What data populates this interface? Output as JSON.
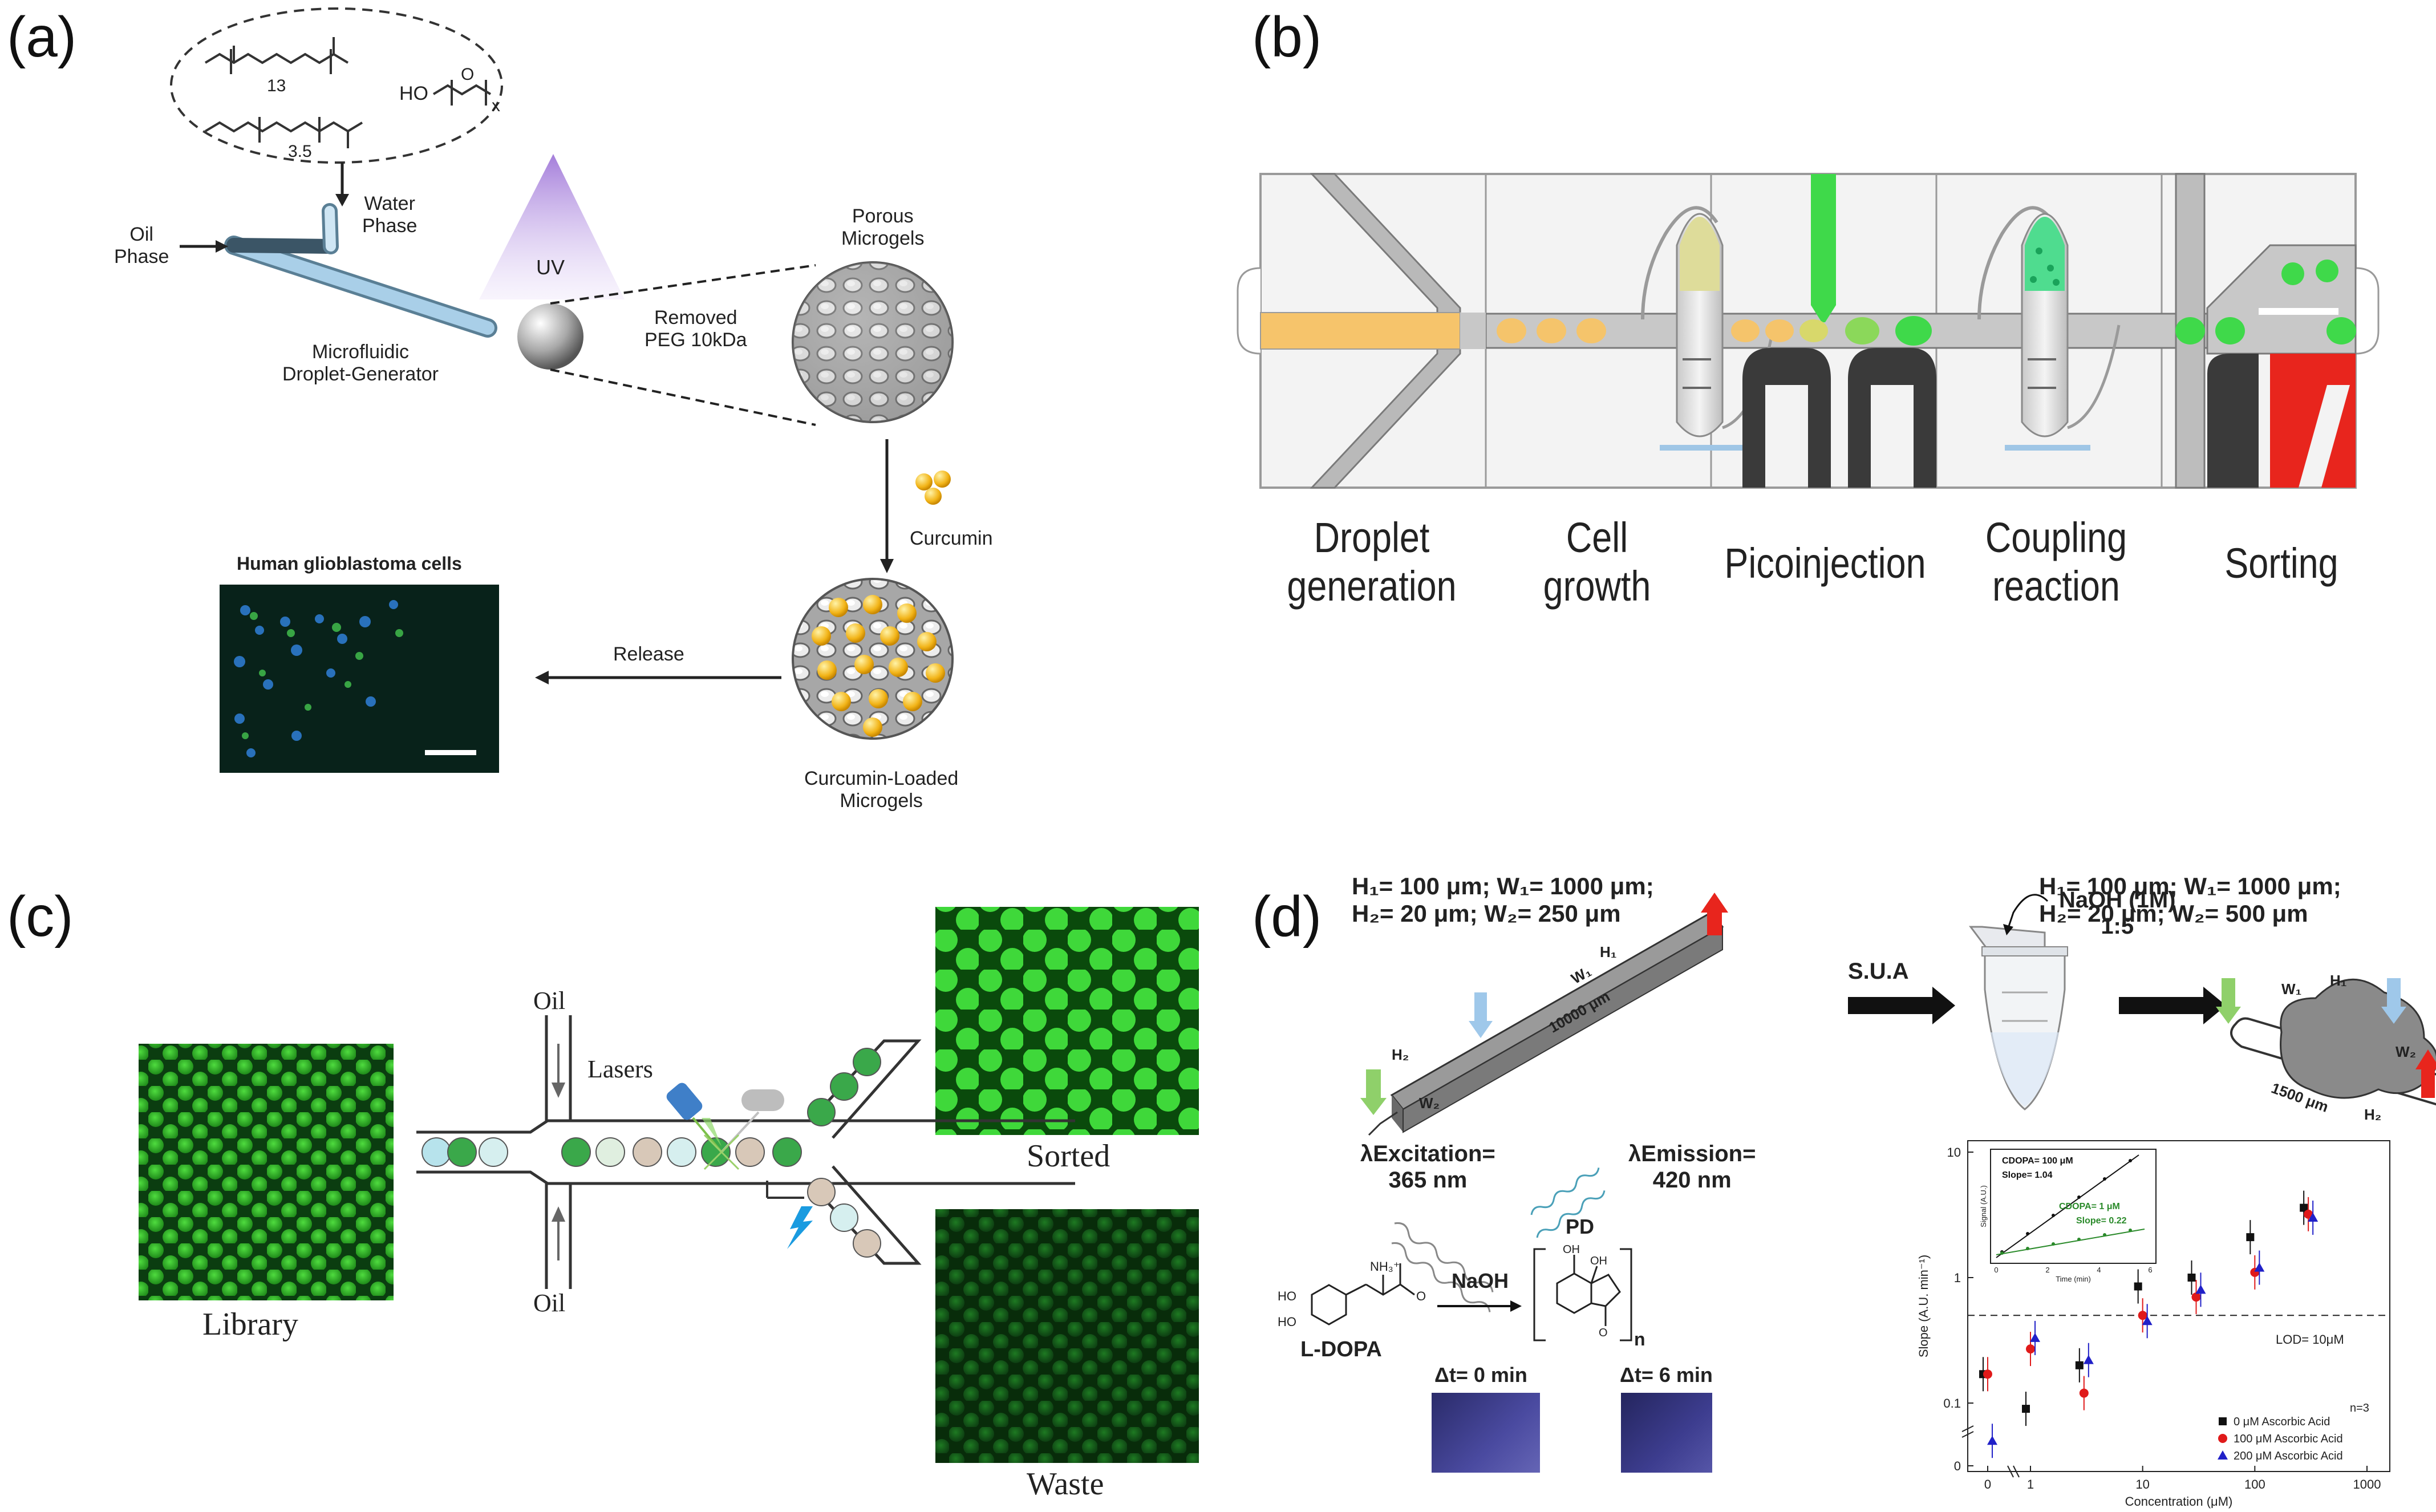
{
  "panel_a": {
    "label": "(a)",
    "oil_phase": [
      "Oil",
      "Phase"
    ],
    "water_phase": [
      "Water",
      "Phase"
    ],
    "uv": "UV",
    "generator": [
      "Microfluidic",
      "Droplet-Generator"
    ],
    "removed": [
      "Removed",
      "PEG 10kDa"
    ],
    "porous": [
      "Porous",
      "Microgels"
    ],
    "curcumin": "Curcumin",
    "loaded": [
      "Curcumin-Loaded",
      "Microgels"
    ],
    "release": "Release",
    "cells": "Human glioblastoma cells",
    "chem_sub_13": "13",
    "chem_sub_35": "3.5",
    "chem_sub_x": "x",
    "chem_ho": "HO",
    "chem_o": "O",
    "colors": {
      "droplet_yellow": "#f2b418",
      "uv_violet": "#b79ae0",
      "tube_blue": "#a9cfe8"
    }
  },
  "panel_b": {
    "label": "(b)",
    "steps": [
      [
        "Droplet",
        "generation"
      ],
      [
        "Cell",
        "growth"
      ],
      [
        "Picoinjection"
      ],
      [
        "Coupling",
        "reaction"
      ],
      [
        "Sorting"
      ]
    ],
    "colors": {
      "green": "#3fd94a",
      "orange": "#f5c46b",
      "red": "#e8251d",
      "dark": "#3a3a3a"
    }
  },
  "panel_c": {
    "label": "(c)",
    "library": "Library",
    "oil_top": "Oil",
    "oil_bottom": "Oil",
    "lasers": "Lasers",
    "sorted": "Sorted",
    "waste": "Waste"
  },
  "panel_d": {
    "label": "(d)",
    "params_left": [
      "H₁= 100 μm; W₁= 1000 μm;",
      "H₂= 20 μm; W₂= 250 μm"
    ],
    "params_right": [
      "H₁= 100 μm; W₁= 1000 μm;",
      "H₂= 20 μm; W₂= 500 μm"
    ],
    "sua": "S.U.A",
    "naoh_top": [
      "NaOH (1M)",
      "1:5"
    ],
    "dev_left": {
      "w1": "W₁",
      "h1": "H₁",
      "len": "10000 μm",
      "h2": "H₂",
      "w2": "W₂"
    },
    "dev_right": {
      "w1": "W₁",
      "h1": "H₁",
      "len": "1500 μm",
      "h2": "H₂",
      "w2": "W₂"
    },
    "excitation": [
      "λExcitation=",
      "365 nm"
    ],
    "emission": [
      "λEmission=",
      "420 nm"
    ],
    "pd": "PD",
    "naoh": "NaOH",
    "ldopa": "L-DOPA",
    "n": "n",
    "dt0": "Δt= 0 min",
    "dt6": "Δt= 6 min",
    "chem_nh3": "NH₃⁺",
    "chem_ho": "HO",
    "chem_o": "O",
    "chem_oh": "OH"
  },
  "chart_data": {
    "type": "scatter",
    "xlabel": "Concentration (μM)",
    "ylabel": "Slope (A.U. min⁻¹)",
    "xscale": "log (with axis break, 0 shown separately)",
    "yscale": "log (with axis break, 0 shown separately)",
    "x_ticks": [
      "0",
      "1",
      "10",
      "100",
      "1000"
    ],
    "y_ticks": [
      "0",
      "0.1",
      "1",
      "10"
    ],
    "ylim": [
      0.05,
      10
    ],
    "xlim": [
      0.5,
      1000
    ],
    "lod_line": 0.5,
    "lod_label": "LOD= 10μM",
    "n_label": "n=3",
    "series": [
      {
        "name": "0 μM Ascorbic Acid",
        "color": "#111111",
        "marker": "square",
        "x": [
          0,
          1,
          3,
          10,
          30,
          100,
          300
        ],
        "y": [
          0.17,
          0.09,
          0.2,
          0.85,
          1.0,
          2.1,
          3.6
        ]
      },
      {
        "name": "100 μM Ascorbic Acid",
        "color": "#e01a1a",
        "marker": "circle",
        "x": [
          0,
          1,
          3,
          10,
          30,
          100,
          300
        ],
        "y": [
          0.17,
          0.27,
          0.12,
          0.5,
          0.7,
          1.1,
          3.2
        ]
      },
      {
        "name": "200 μM Ascorbic Acid",
        "color": "#2020c8",
        "marker": "triangle",
        "x": [
          0,
          1,
          3,
          10,
          30,
          100,
          300
        ],
        "y": [
          0.05,
          0.33,
          0.22,
          0.45,
          0.8,
          1.2,
          3.0
        ]
      }
    ],
    "inset": {
      "xlabel": "Time (min)",
      "ylabel": "Signal (A.U.)",
      "labels": [
        {
          "text": "CDOPA= 100 μM",
          "color": "#111111"
        },
        {
          "text": "Slope= 1.04",
          "color": "#111111"
        },
        {
          "text": "CDOPA= 1 μM",
          "color": "#2a8a2a"
        },
        {
          "text": "Slope= 0.22",
          "color": "#2a8a2a"
        }
      ],
      "x_ticks": [
        "0",
        "2",
        "4",
        "6"
      ]
    }
  }
}
